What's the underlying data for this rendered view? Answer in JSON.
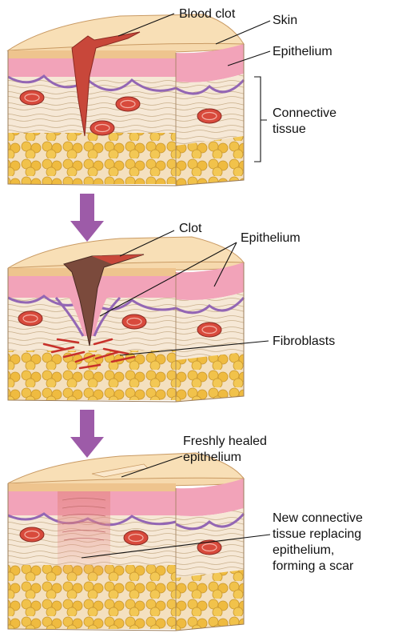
{
  "labels": {
    "blood_clot": "Blood clot",
    "skin": "Skin",
    "epithelium_1": "Epithelium",
    "connective_1": "Connective",
    "connective_2": "tissue",
    "clot": "Clot",
    "epithelium_2": "Epithelium",
    "fibroblasts": "Fibroblasts",
    "healed_1": "Freshly healed",
    "healed_2": "epithelium",
    "scar_1": "New connective",
    "scar_2": "tissue replacing",
    "scar_3": "epithelium,",
    "scar_4": "forming a scar"
  },
  "colors": {
    "skin_top": "#f6d9ad",
    "skin_side": "#eec48e",
    "epithelium": "#f2a3b9",
    "basement_line": "#9366b4",
    "dermis": "#f6e8d6",
    "fat": "#f1c24b",
    "fat_edge": "#c8952a",
    "vessel": "#d84a3c",
    "clot": "#c8473a",
    "clot_dark": "#7b4a3c",
    "arrow": "#9d5ba8"
  },
  "icons": {
    "arrow_1": "down-arrow-icon",
    "arrow_2": "down-arrow-icon"
  }
}
